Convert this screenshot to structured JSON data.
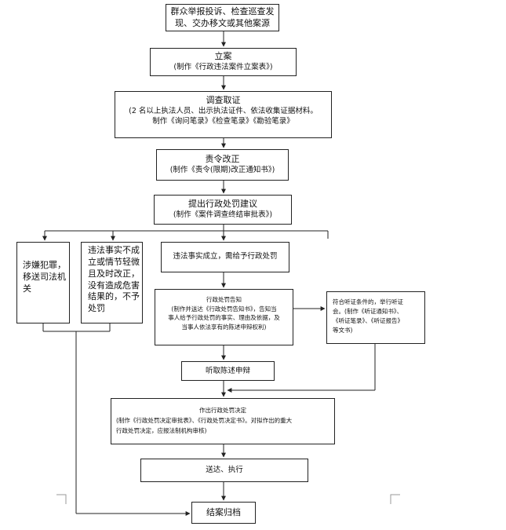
{
  "flow": {
    "report": {
      "lines": [
        "群众举报投诉、检查巡查发",
        "现、交办移文或其他案源"
      ]
    },
    "filing": {
      "title": "立案",
      "detail": "(制作《行政违法案件立案表》)"
    },
    "investigate": {
      "title": "调查取证",
      "line1": "(2 名以上执法人员、出示执法证件、依法收集证据材料。",
      "line2": "制作《询问笔录》《检查笔录》《勘验笔录》"
    },
    "rectify": {
      "title": "责令改正",
      "detail": "(制作《责令(限期)改正通知书》)"
    },
    "propose": {
      "title": "提出行政处罚建议",
      "detail": "(制作《案件调查终结审批表》)"
    },
    "crime": {
      "lines": [
        "涉嫌犯罪，",
        "移送司法机",
        "关"
      ]
    },
    "no_penalty": {
      "lines": [
        "违法事实不成",
        "立或情节轻微",
        "且及时改正，",
        "没有造成危害",
        "结果的，不予",
        "处罚"
      ]
    },
    "penalty_needed": {
      "text": "违法事实成立，需给予行政处罚"
    },
    "notice": {
      "title": "行政处罚告知",
      "lines": [
        "(制作并送达《行政处罚告知书》，告知当",
        "事人给予行政处罚的事实、理由及依据，及",
        "当事人依法享有的陈述申辩权利)"
      ]
    },
    "hearing": {
      "lines": [
        "符合听证条件的，举行听证",
        "会。(制作《听证通知书》、",
        "《听证笔录》、《听证报告》",
        "等文书)"
      ]
    },
    "statement": {
      "text": "听取陈述申辩"
    },
    "decision": {
      "title": "作出行政处罚决定",
      "lines": [
        "(制作《行政处罚决定审批表》、《行政处罚决定书》。对拟作出的重大",
        "行政处罚决定，应报法制机构审核)"
      ]
    },
    "deliver": {
      "text": "送达、执行"
    },
    "close": {
      "text": "结案归档"
    }
  }
}
